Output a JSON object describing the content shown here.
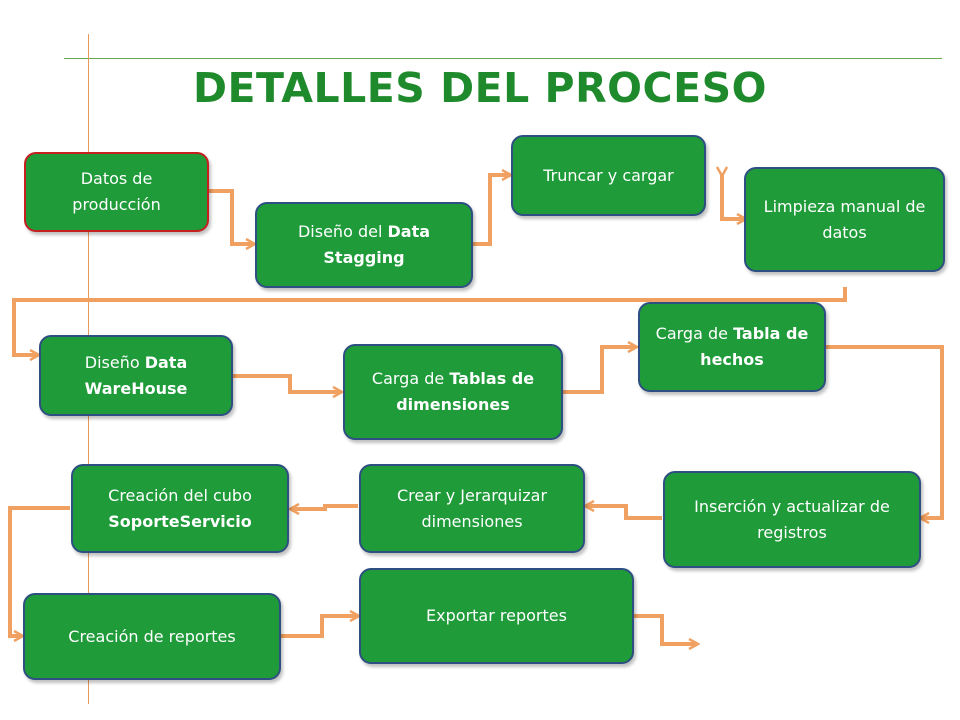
{
  "title": "DETALLES DEL PROCESO",
  "colors": {
    "box_fill": "#1f9b3a",
    "box_border": "#2d4f82",
    "start_border": "#c51f1f",
    "arrow": "#f0a060",
    "title": "#1e8a2c"
  },
  "steps": [
    {
      "id": "datos-produccion",
      "a": "Datos de producción",
      "b": "",
      "c": ""
    },
    {
      "id": "diseno-staging",
      "a": "Diseño del ",
      "b": "Data Stagging",
      "c": ""
    },
    {
      "id": "truncar-cargar",
      "a": "Truncar y cargar",
      "b": "",
      "c": ""
    },
    {
      "id": "limpieza-manual",
      "a": "Limpieza manual de datos",
      "b": "",
      "c": ""
    },
    {
      "id": "diseno-dw",
      "a": "Diseño ",
      "b": "Data WareHouse",
      "c": ""
    },
    {
      "id": "carga-dimensiones",
      "a": "Carga de ",
      "b": "Tablas de dimensiones",
      "c": ""
    },
    {
      "id": "carga-hechos",
      "a": "Carga de ",
      "b": "Tabla de hechos",
      "c": ""
    },
    {
      "id": "insercion-registros",
      "a": "Inserción y actualizar de registros",
      "b": "",
      "c": ""
    },
    {
      "id": "jerarquizar-dimensiones",
      "a": "Crear y Jerarquizar dimensiones",
      "b": "",
      "c": ""
    },
    {
      "id": "creacion-cubo",
      "a": "Creación del cubo ",
      "b": "SoporteServicio",
      "c": ""
    },
    {
      "id": "creacion-reportes",
      "a": "Creación de reportes",
      "b": "",
      "c": ""
    },
    {
      "id": "exportar-reportes",
      "a": "Exportar reportes",
      "b": "",
      "c": ""
    }
  ]
}
